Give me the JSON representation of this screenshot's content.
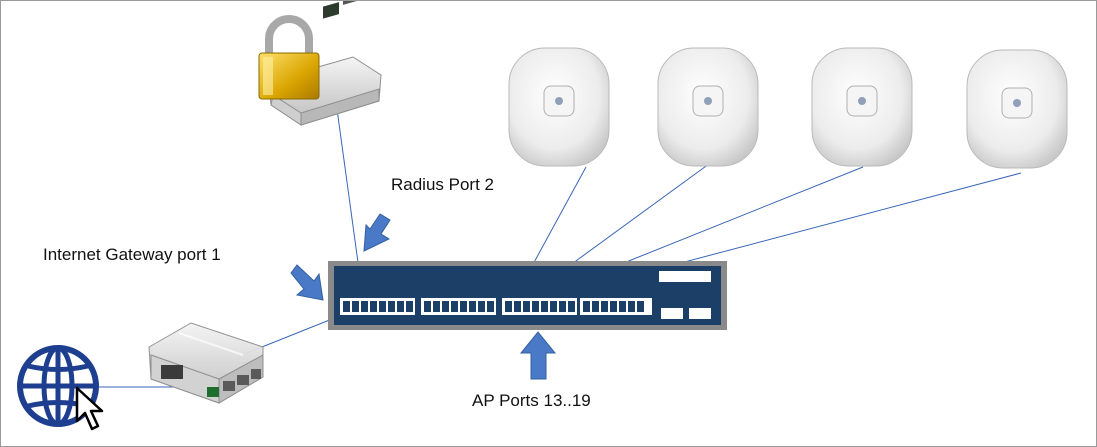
{
  "labels": {
    "radius": "Radius Port 2",
    "gateway": "Internet Gateway port 1",
    "ap_ports": "AP Ports 13..19"
  },
  "colors": {
    "switch_body": "#1b3f66",
    "switch_frame": "#8a8a8a",
    "arrow": "#4a7ac7",
    "link": "#3a66b8",
    "globe": "#1e3f8f",
    "ap_body": "#eeeeee",
    "lock": "#d8a900",
    "case": "#d8d8d8"
  },
  "icons": {
    "access_points": [
      "access-point-icon",
      "access-point-icon",
      "access-point-icon",
      "access-point-icon"
    ],
    "radius_server": "raspberry-pi-lock-icon",
    "gateway": "raspberry-pi-icon",
    "internet": "globe-cursor-icon",
    "switch": "network-switch-icon"
  }
}
